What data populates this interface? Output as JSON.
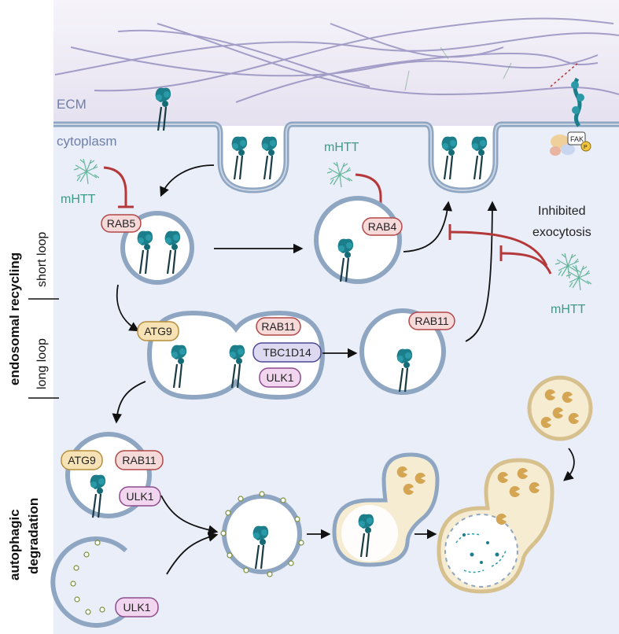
{
  "labels": {
    "ecm": "ECM",
    "cytoplasm": "cytoplasm",
    "mhtt_left": "mHTT",
    "mhtt_center": "mHTT",
    "mhtt_right": "mHTT",
    "inhibited_line1": "Inhibited",
    "inhibited_line2": "exocytosis",
    "fak": "FAK",
    "fak_p": "P"
  },
  "side_labels": {
    "endosomal_recycling": "endosomal recycling",
    "short_loop": "short loop",
    "long_loop": "long loop",
    "autophagic_line1": "autophagic",
    "autophagic_line2": "degradation"
  },
  "proteins": {
    "rab5": "RAB5",
    "rab4": "RAB4",
    "atg9_long": "ATG9",
    "rab11_long": "RAB11",
    "tbc1d14": "TBC1D14",
    "ulk1_long": "ULK1",
    "rab11_right": "RAB11",
    "atg9_auto": "ATG9",
    "rab11_auto": "RAB11",
    "ulk1_auto": "ULK1",
    "ulk1_phagophore": "ULK1"
  },
  "colors": {
    "membrane": "#8fa6c2",
    "membrane_light": "#b9c8da",
    "cytoplasm_bg": "#e9eef9",
    "ecm_bg": "#eeeaf4",
    "fiber": "#8a84b8",
    "mhtt_text": "#3c9a86",
    "mhtt_fiber": "#66b59a",
    "integrin": "#1c7e8a",
    "inhibit_red": "#b5383a",
    "rab_fill": "#f6d9d9",
    "rab_stroke": "#b34747",
    "atg9_fill": "#f6e2b5",
    "atg9_stroke": "#b68e3a",
    "tbc_fill": "#ddd9f1",
    "tbc_stroke": "#4c4992",
    "ulk_fill": "#f2d6ef",
    "ulk_stroke": "#8d4c8c",
    "lysosome_fill": "#f6ecd2",
    "lysosome_stroke": "#d6c08e",
    "cargo": "#d4a552"
  },
  "icons": [
    "integrin-icon",
    "mhtt-aggregate-icon",
    "inhibition-bar-icon",
    "fak-complex-icon",
    "cargo-pacman-icon"
  ]
}
